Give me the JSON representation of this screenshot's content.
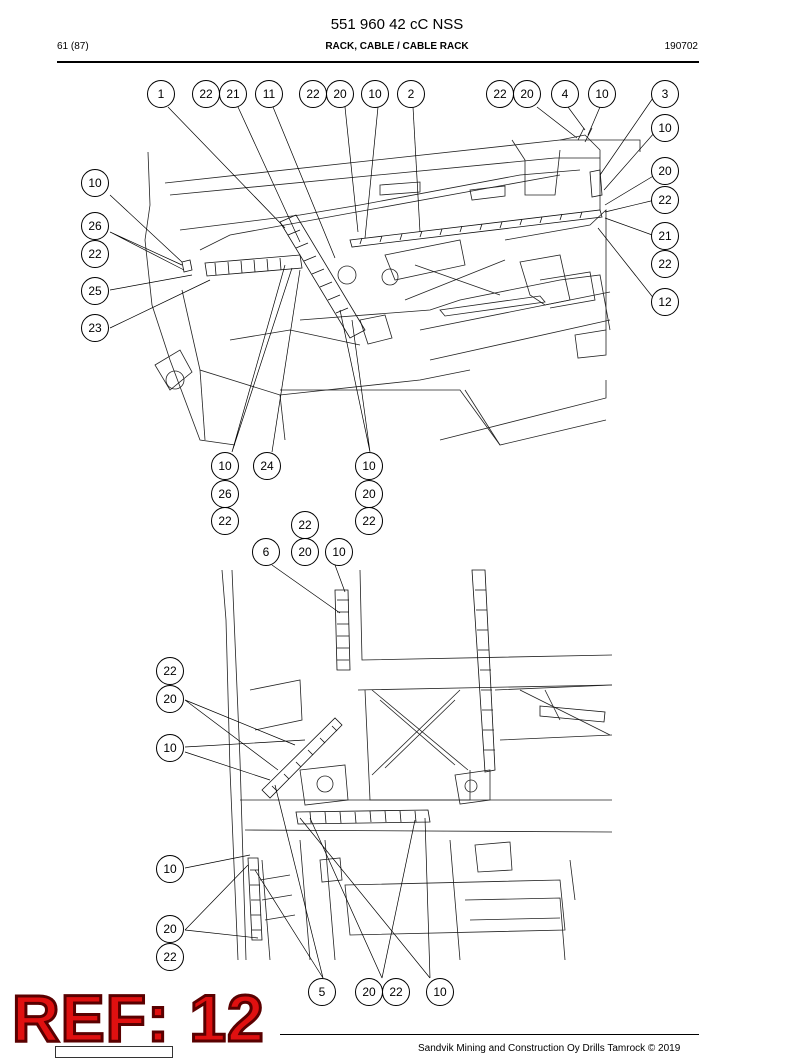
{
  "header": {
    "doc_code": "551 960 42 cC NSS",
    "page": "61 (87)",
    "title": "RACK, CABLE / CABLE RACK",
    "date": "190702"
  },
  "callouts": [
    "1",
    "22",
    "21",
    "11",
    "22",
    "20",
    "10",
    "2",
    "22",
    "20",
    "4",
    "10",
    "3",
    "10",
    "20",
    "22",
    "21",
    "22",
    "12",
    "10",
    "26",
    "22",
    "25",
    "23",
    "10",
    "26",
    "22",
    "24",
    "10",
    "20",
    "22",
    "22",
    "6",
    "20",
    "10",
    "22",
    "20",
    "10",
    "10",
    "20",
    "22",
    "5",
    "20",
    "22",
    "10"
  ],
  "stamp": "REF: 12",
  "footer": "Sandvik Mining and Construction Oy Drills Tamrock © 2019"
}
